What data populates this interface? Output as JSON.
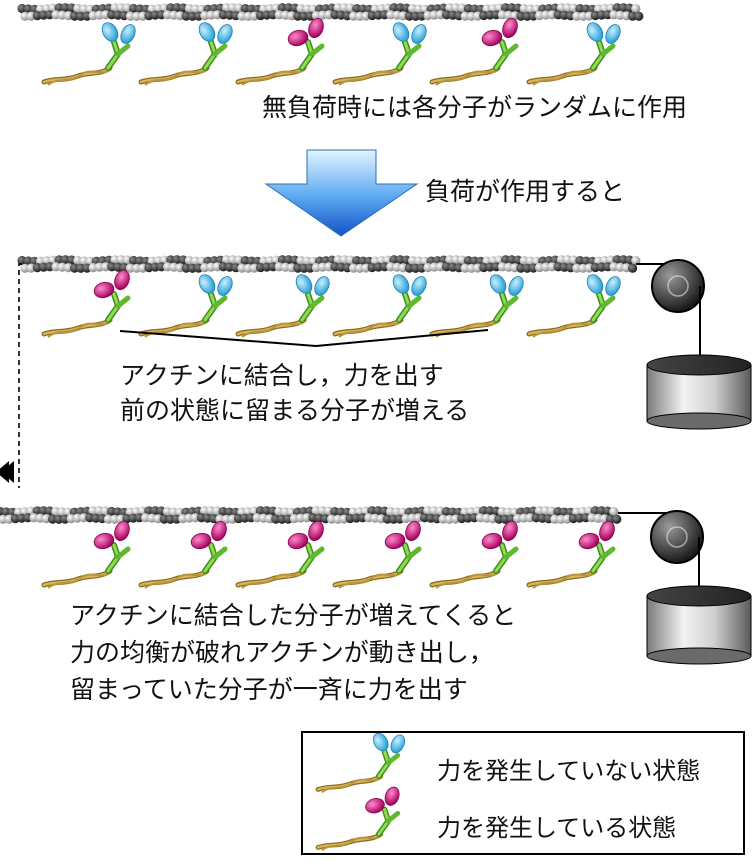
{
  "text": {
    "no_load": "無負荷時には各分子がランダムに作用",
    "load_applied": "負荷が作用すると",
    "stage2_line1": "アクチンに結合し，力を出す",
    "stage2_line2": "前の状態に留まる分子が増える",
    "stage3_line1": "アクチンに結合した分子が増えてくると",
    "stage3_line2": "力の均衡が破れアクチンが動き出し，",
    "stage3_line3": "留まっていた分子が一斉に力を出す"
  },
  "legend": {
    "not_generating": "力を発生していない状態",
    "generating": "力を発生している状態"
  },
  "colors": {
    "resting_head": "#5ec8ee",
    "active_head": "#d81d8a",
    "lever": "#6cc43a",
    "tail": "#b8943a",
    "arrow_light": "#bfe4fb",
    "arrow_dark": "#1a66d6"
  },
  "rows": [
    {
      "states": [
        "resting",
        "resting",
        "active",
        "resting",
        "active",
        "resting"
      ]
    },
    {
      "states": [
        "active",
        "resting",
        "resting",
        "resting",
        "resting",
        "resting"
      ]
    },
    {
      "states": [
        "active",
        "active",
        "active",
        "active",
        "active",
        "active"
      ]
    }
  ]
}
